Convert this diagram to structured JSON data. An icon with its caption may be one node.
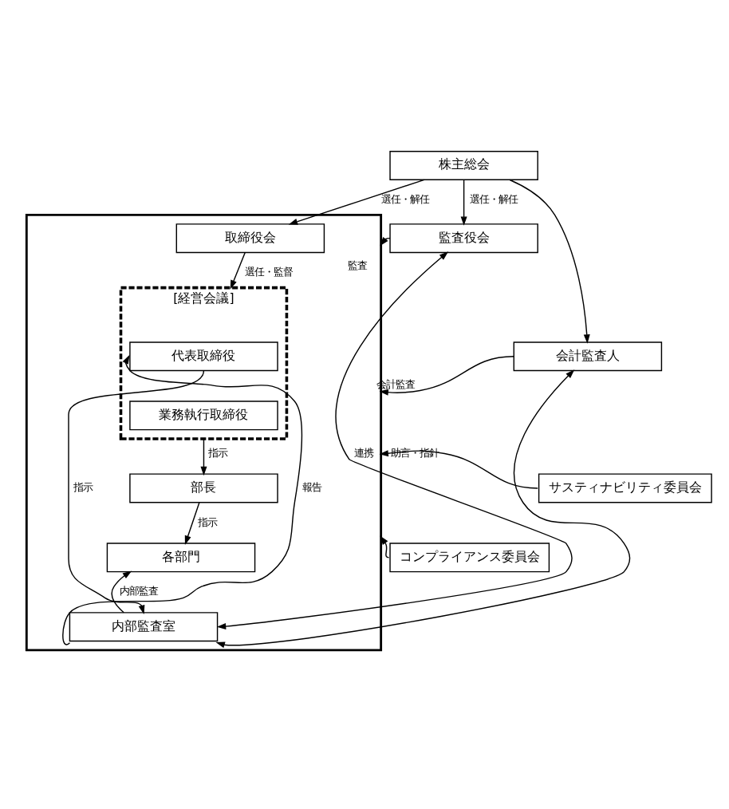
{
  "diagram": {
    "nodes": [
      {
        "text": [
          "株主総会"
        ]
      },
      {
        "text": [],
        "shape": "box"
      },
      {
        "text": [
          "取締役会"
        ],
        "in": 1
      },
      {
        "text": [
          "[経営会議]"
        ],
        "in": 1
      },
      {
        "text": [
          "代表取締役"
        ],
        "in": 3
      },
      {
        "text": [
          "業務執行取締役"
        ],
        "in": 3
      },
      {
        "text": [
          "部長"
        ],
        "in": 1
      },
      {
        "text": [
          "各部門"
        ],
        "in": 1
      },
      {
        "text": [
          "内部監査室"
        ],
        "in": 1
      },
      {
        "text": [
          "監査役会"
        ]
      },
      {
        "text": [
          "会計監査人"
        ]
      },
      {
        "text": [
          "サスティナビリティ委員会"
        ]
      },
      {
        "text": [
          "コンプライアンス委員会"
        ]
      }
    ],
    "edges": [
      {
        "from": 0,
        "to": 2,
        "arrow": "to",
        "label": "選任・解任"
      },
      {
        "from": 0,
        "to": 9,
        "arrow": "to",
        "label": "選任・解任"
      },
      {
        "from": 0,
        "to": 10,
        "arrow": "to"
      },
      {
        "from": 9,
        "to": 1,
        "arrow": "to",
        "label": "監査"
      },
      {
        "from": 2,
        "to": 3,
        "arrow": "to",
        "label": "選任・監督"
      },
      {
        "from": 10,
        "to": 1,
        "arrow": "to",
        "label": "会計監査"
      },
      {
        "from": 8,
        "to": 4,
        "arrow": "to",
        "label": "報告"
      },
      {
        "from": 4,
        "to": 8,
        "arrow": "to",
        "label": "指示"
      },
      {
        "from": 3,
        "to": 6,
        "arrow": "to",
        "label": "指示"
      },
      {
        "from": 11,
        "to": 1,
        "arrow": "to",
        "label": "助言・指針"
      },
      {
        "from": 12,
        "to": 1,
        "arrow": "to"
      },
      {
        "from": 6,
        "to": 7,
        "arrow": "to",
        "label": "指示"
      },
      {
        "from": 8,
        "to": 7,
        "arrow": "to",
        "label": "内部監査"
      },
      {
        "from": 8,
        "to": 9,
        "arrow": "both",
        "label": "連携"
      },
      {
        "from": 8,
        "to": 10,
        "arrow": "both"
      }
    ]
  }
}
